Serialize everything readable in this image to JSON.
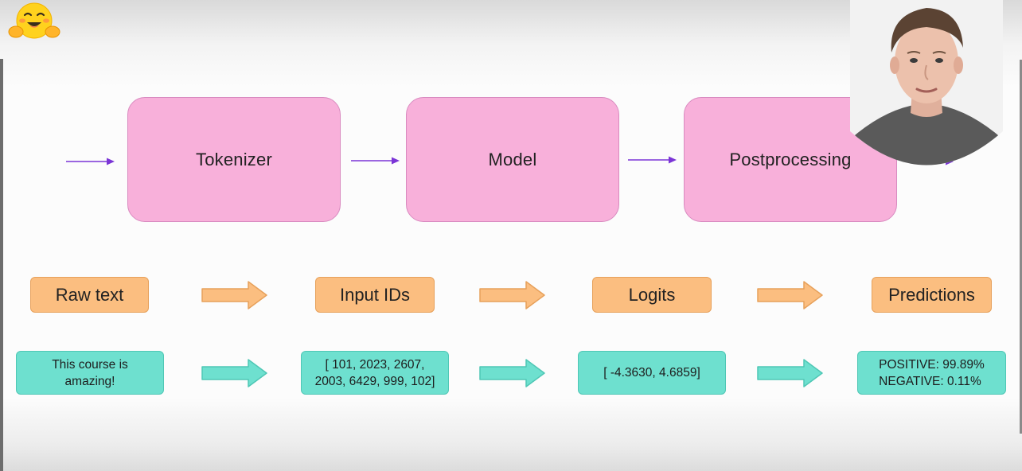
{
  "logo": {
    "icon": "hugging-face-emoji-icon",
    "glyph": "🤗"
  },
  "pipeline": {
    "stages": [
      {
        "label": "Tokenizer"
      },
      {
        "label": "Model"
      },
      {
        "label": "Postprocessing"
      }
    ],
    "colors": {
      "stage_fill": "#f8b0da",
      "stage_border": "#d98ac0",
      "arrow": "#7b35d6"
    }
  },
  "row_types": {
    "labels": [
      "Raw text",
      "Input IDs",
      "Logits",
      "Predictions"
    ],
    "colors": {
      "fill": "#fbbe80",
      "border": "#e7a15b"
    }
  },
  "row_values": {
    "raw_text": "This course is\namazing!",
    "input_ids": "[ 101, 2023, 2607,\n2003, 6429, 999, 102]",
    "logits": "[ -4.3630, 4.6859]",
    "predictions": "POSITIVE: 99.89%\nNEGATIVE:  0.11%",
    "colors": {
      "fill": "#6ee0cf",
      "border": "#4fc7b5"
    }
  },
  "presenter": {
    "icon": "presenter-webcam-icon"
  }
}
